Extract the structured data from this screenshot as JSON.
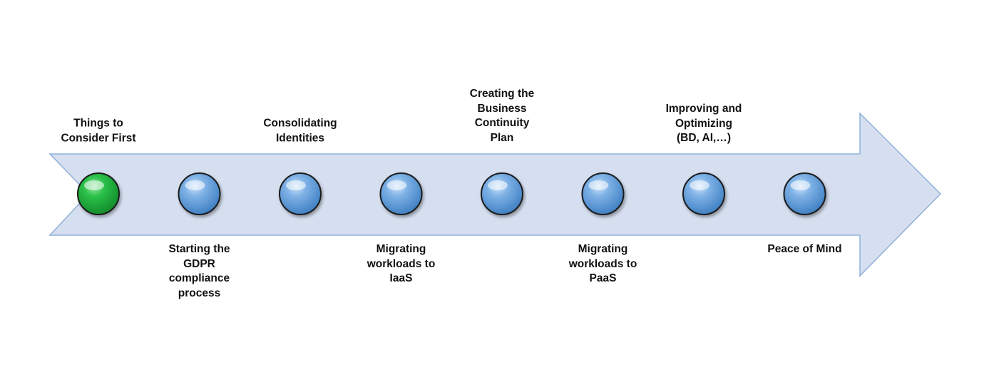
{
  "diagram": {
    "colors": {
      "arrow_fill": "#d6dff0",
      "arrow_stroke": "#8fb0d8",
      "node_done": "#1faa3a",
      "node_pending": "#5e9cd8",
      "node_ring": "#1a1a1a",
      "text": "#111111"
    },
    "milestones": [
      {
        "label": "Things to\nConsider First",
        "position": "above",
        "status": "done"
      },
      {
        "label": "Starting the\nGDPR\ncompliance\nprocess",
        "position": "below",
        "status": "pending"
      },
      {
        "label": "Consolidating\nIdentities",
        "position": "above",
        "status": "pending"
      },
      {
        "label": "Migrating\nworkloads to\nIaaS",
        "position": "below",
        "status": "pending"
      },
      {
        "label": "Creating the\nBusiness\nContinuity\nPlan",
        "position": "above",
        "status": "pending"
      },
      {
        "label": "Migrating\nworkloads to\nPaaS",
        "position": "below",
        "status": "pending"
      },
      {
        "label": "Improving and\nOptimizing\n(BD, AI,…)",
        "position": "above",
        "status": "pending"
      },
      {
        "label": "Peace of Mind",
        "position": "below",
        "status": "pending"
      }
    ]
  }
}
